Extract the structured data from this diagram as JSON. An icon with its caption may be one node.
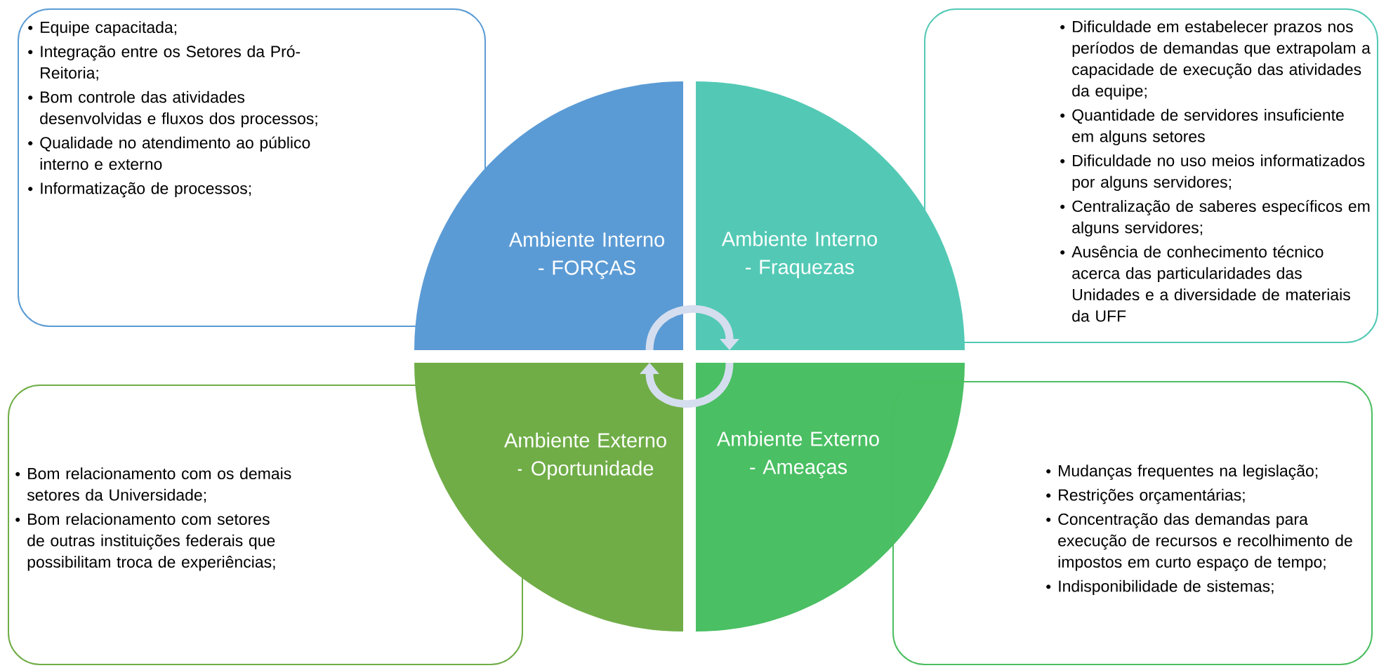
{
  "diagram": {
    "nodes": [
      {
        "text": [
          "Equipe capacitada;",
          "Integração entre os Setores da Pró-Reitoria;",
          "Bom controle das atividades desenvolvidas e fluxos dos processos;",
          "Qualidade no atendimento ao público interno e externo",
          "Informatização de processos;"
        ]
      },
      {
        "text": [
          "Dificuldade em estabelecer prazos nos períodos de demandas que extrapolam a capacidade de execução das atividades da equipe;",
          "Quantidade de servidores insuficiente em alguns setores",
          "Dificuldade no uso meios informatizados por alguns servidores;",
          "Centralização de saberes específicos em alguns servidores;",
          "Ausência de conhecimento técnico acerca das particularidades das Unidades e a diversidade de materiais da UFF"
        ]
      },
      {
        "text": [
          "Ambiente Interno - FORÇAS"
        ]
      },
      {
        "text": [
          "Ambiente Interno - Fraquezas"
        ]
      },
      {
        "text": [
          "Ambiente Externo - Oportunidade"
        ]
      },
      {
        "text": [
          "Ambiente Externo - Ameaças"
        ]
      },
      {
        "text": [
          "Bom relacionamento com os demais setores da Universidade;",
          "Bom relacionamento com setores de outras instituições federais que possibilitam troca de experiências;"
        ]
      },
      {
        "text": [
          "Mudanças frequentes na legislação;",
          "Restrições orçamentárias;",
          "Concentração das demandas para execução de recursos e recolhimento de impostos em curto espaço de tempo;",
          "Indisponibilidade de sistemas;"
        ]
      }
    ],
    "edges": [
      {
        "from": 2,
        "to": 3,
        "arrow": "to"
      },
      {
        "from": 5,
        "to": 4,
        "arrow": "to"
      }
    ]
  }
}
